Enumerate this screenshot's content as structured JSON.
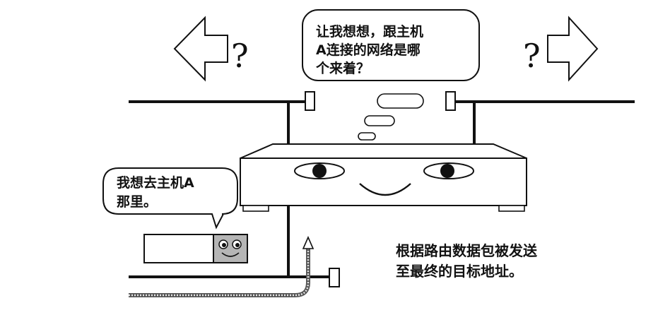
{
  "router_bubble": {
    "lines": [
      "让我想想，跟主机",
      "A连接的网络是哪",
      "个来着？"
    ]
  },
  "packet_bubble": {
    "lines": [
      "我想去主机A",
      "那里。"
    ]
  },
  "caption": {
    "lines": [
      "根据路由数据包被发送",
      "至最终的目标地址。"
    ]
  },
  "arrows": {
    "left_mark": "?",
    "right_mark": "?"
  },
  "colors": {
    "ink": "#111111",
    "packet_face": "#b5b5b5"
  }
}
